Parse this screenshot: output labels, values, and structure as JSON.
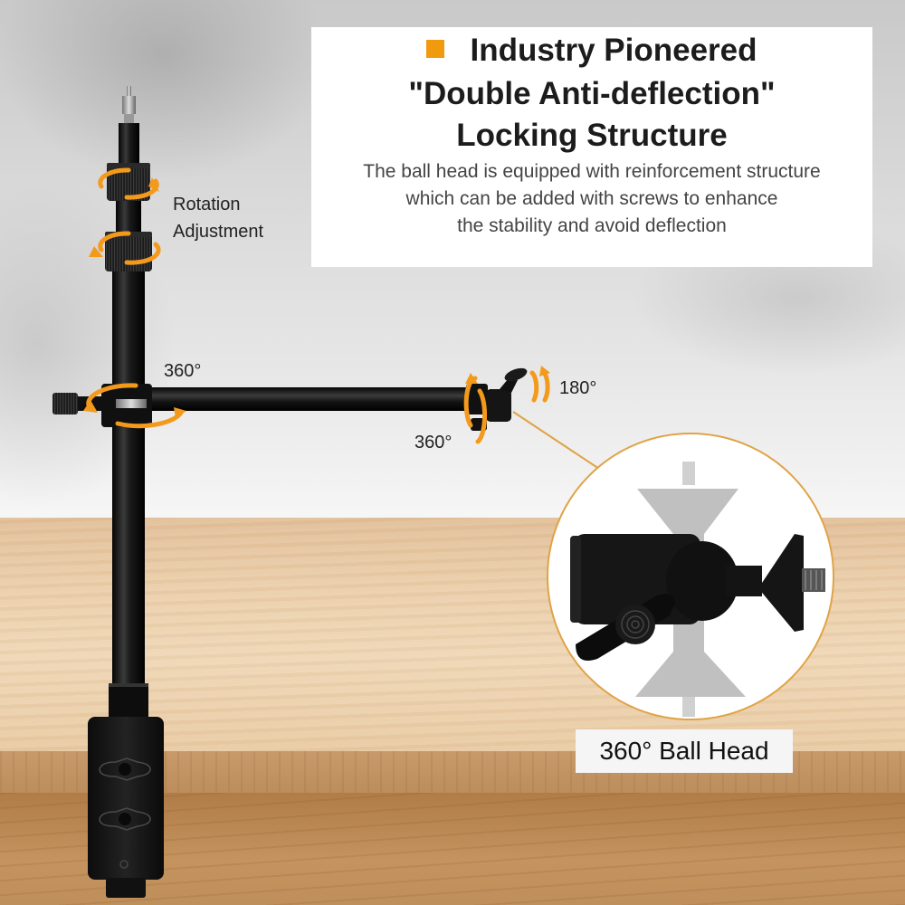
{
  "info_card": {
    "bullet_color": "#f29a0e",
    "headline_line1": "Industry Pioneered",
    "headline_line2": "\"Double Anti-deflection\"",
    "headline_line3": "Locking Structure",
    "description_line1": "The ball head is equipped with reinforcement structure",
    "description_line2": "which can be added with screws to enhance",
    "description_line3": "the stability and avoid deflection"
  },
  "annotations": {
    "rotation_line1": "Rotation",
    "rotation_line2": "Adjustment",
    "clamp_rotation": "360°",
    "head_tilt": "180°",
    "head_rotation": "360°"
  },
  "detail_callout": {
    "caption": "360° Ball Head",
    "accent_color": "#e0a347"
  },
  "colors": {
    "arrow_orange": "#f39a1d",
    "metal_black": "#141414"
  }
}
